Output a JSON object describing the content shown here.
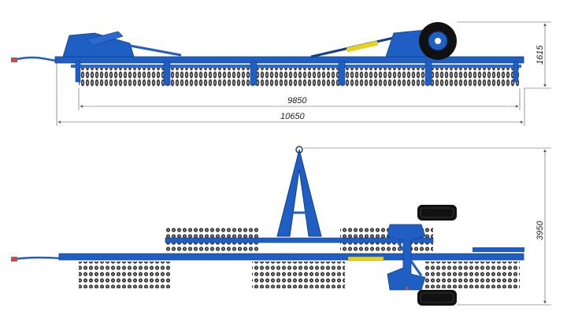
{
  "dimensions": {
    "working_length": "9850",
    "overall_length": "10650",
    "transport_height": "1615",
    "working_width": "3950"
  },
  "colors": {
    "frame": "#1f5fc4",
    "frame_dark": "#123f8c",
    "rollers": "#3a3a3a",
    "cylinder": "#e5d21a",
    "tire": "#111111",
    "dim_line": "#555555"
  }
}
